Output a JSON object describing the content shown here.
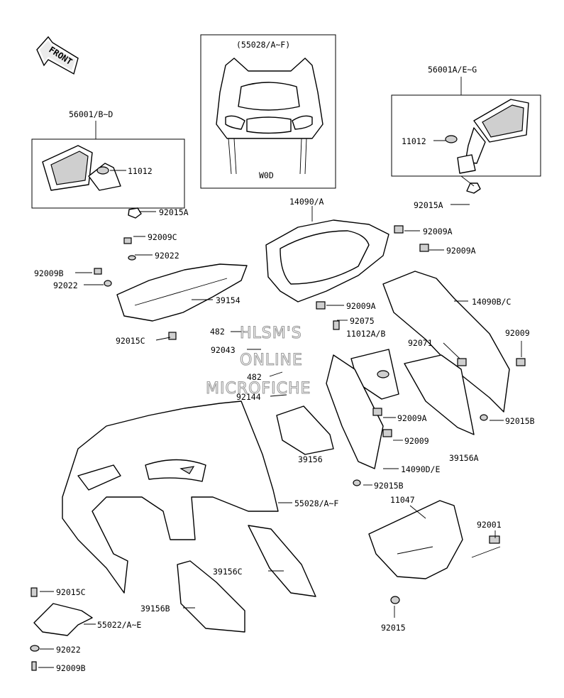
{
  "direction_badge": "FRONT",
  "variant_label": "W0D",
  "watermark": [
    "HLSM'S",
    "ONLINE",
    "MICROFICHE"
  ],
  "callouts": {
    "windshield_set": "(55028/A~F)",
    "mirror_right": "56001A/E~G",
    "mirror_left": "56001/B~D",
    "p11012_right": "11012",
    "p11012_left": "11012",
    "p92015A_left": "92015A",
    "p92015A_right": "92015A",
    "p14090A": "14090/A",
    "p92009C_top": "92009C",
    "p92022_top": "92022",
    "p92009B_left": "92009B",
    "p92022_left": "92022",
    "p39154": "39154",
    "p92015C_mid": "92015C",
    "p92009A_1": "92009A",
    "p92009A_2": "92009A",
    "p14090BC": "14090B/C",
    "p92009A_3": "92009A",
    "p92075": "92075",
    "p11012AB": "11012A/B",
    "p92071": "92071",
    "p92009_right": "92009",
    "p482_top": "482",
    "p92043": "92043",
    "p482_mid": "482",
    "p92144": "92144",
    "p92009A_4": "92009A",
    "p92015B_right": "92015B",
    "p92009_mid": "92009",
    "p39156A": "39156A",
    "p39156": "39156",
    "p14090DE": "14090D/E",
    "p92015B_mid": "92015B",
    "p55028AF": "55028/A~F",
    "p11047": "11047",
    "p92001": "92001",
    "p39156C": "39156C",
    "p92015C_low": "92015C",
    "p55022AE": "55022/A~E",
    "p39156B": "39156B",
    "p92015_low": "92015",
    "p92022_low": "92022",
    "p92009B_low": "92009B"
  }
}
